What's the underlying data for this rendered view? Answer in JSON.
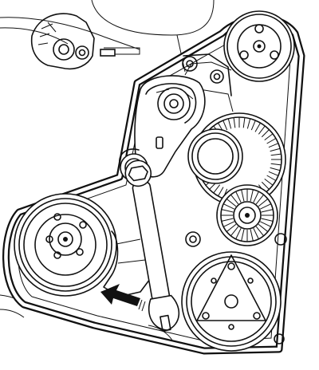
{
  "figure": {
    "components": [
      "belt",
      "crankshaft-pulley",
      "upper-idler-pulley",
      "tensioner-arm",
      "alternator",
      "tensioner-idler-pulley",
      "coolant-pump-pulley",
      "wrench",
      "direction-arrow",
      "mounting-bracket"
    ],
    "arrow_direction": "left"
  }
}
